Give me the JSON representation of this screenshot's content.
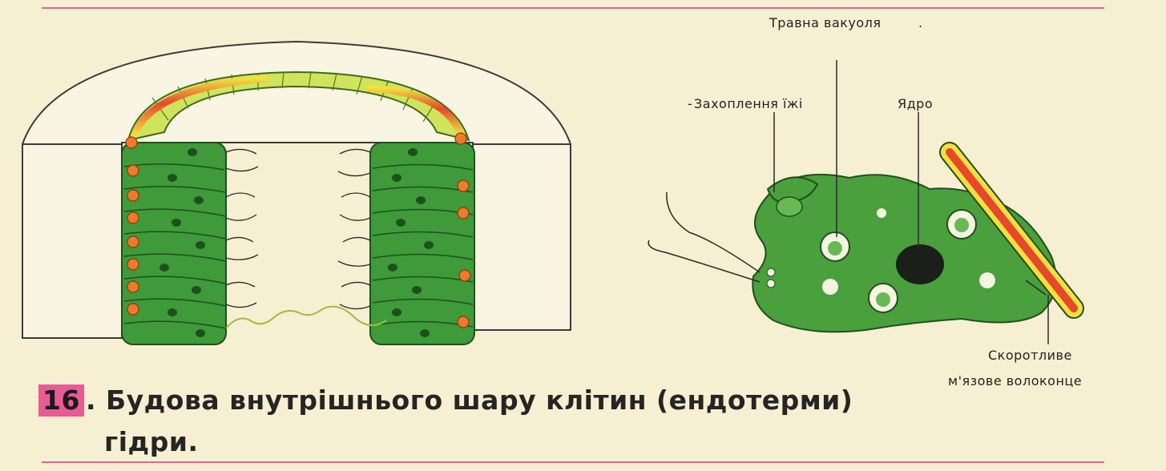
{
  "labels": {
    "food_vacuole": "Травна вакуоля",
    "food_capture": "Захоплення їжі",
    "nucleus": "Ядро",
    "contractile": "Скоротливе",
    "muscle_fiber": "м'язове волоконце"
  },
  "caption": {
    "number": "16",
    "text_line1": ". Будова внутрішнього шару клітин (ендотерми)",
    "text_line2": "гідри."
  }
}
